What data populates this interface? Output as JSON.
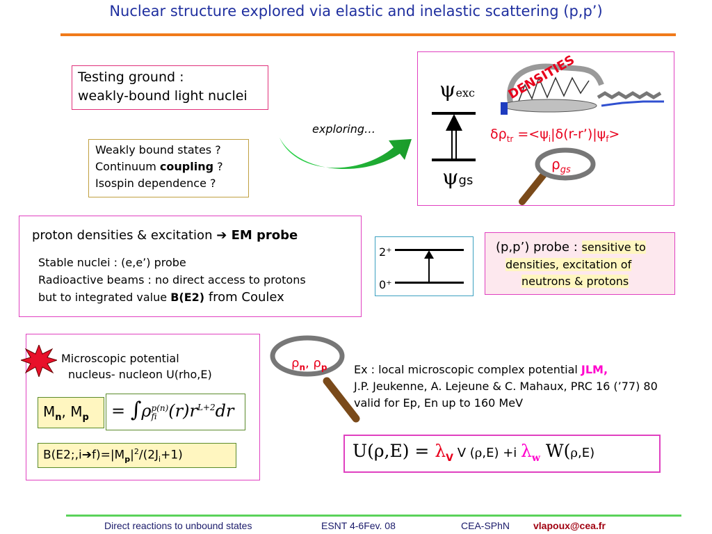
{
  "title": "Nuclear structure  explored via elastic and inelastic scattering (p,p’)",
  "testing": {
    "line1": "Testing ground :",
    "line2": "weakly-bound light nuclei"
  },
  "weakly": {
    "line1": "Weakly bound states ?",
    "line2_a": "Continuum ",
    "line2_b": "coupling",
    "line2_c": " ?",
    "line3": "Isospin dependence ?"
  },
  "exploring": "exploring…",
  "psi_exc": {
    "sym": "ψ",
    "sub": "exc"
  },
  "psi_gs": {
    "sym": "ψ",
    "sub": "gs"
  },
  "densities": "DENSITIES",
  "delta_rho": {
    "a": "δρ",
    "b": "tr",
    "c": " =<ψ",
    "d": "i",
    "e": "|δ(r-r’)|ψ",
    "f": "f",
    "g": ">"
  },
  "rho_gs": {
    "a": "ρ",
    "b": "gs"
  },
  "proton": {
    "line1": "proton densities & excitation ",
    "arrow": "➔",
    "line1_b": " EM probe",
    "line2": "Stable nuclei : (e,e’) probe",
    "line3": "Radioactive beams : no direct access to protons",
    "line4_a": " but to integrated value ",
    "line4_b": "B(E2)",
    "line4_c": " from Coulex"
  },
  "levels": {
    "upper": "2⁺",
    "lower": "0⁺"
  },
  "pp_probe": {
    "a": "(p,p’) probe : ",
    "b": "sensitive to",
    "line2": "densities, excitation of",
    "line3": "neutrons & protons"
  },
  "micro": {
    "line1": "Microscopic potential",
    "line2": "nucleus- nucleon U(rho,E)"
  },
  "mnmp": {
    "a": "M",
    "b": "n",
    "c": ", M",
    "d": "p"
  },
  "formula": {
    "eq": "=",
    "int": "∫",
    "rho": "ρ",
    "sup": "p(n)",
    "sub": "fi",
    "mid": "(r)r",
    "pow": "L+2",
    "dr": "dr"
  },
  "be2": {
    "a": "B(E2;,i",
    "arrow": "➔",
    "b": "f)=|M",
    "c": "p",
    "d": "|",
    "e": "2",
    "f": "/(2J",
    "g": "i",
    "h": "+1)"
  },
  "rho_np": {
    "a": "ρ",
    "b": "n",
    "c": ", ρ",
    "d": "p"
  },
  "ex": {
    "line1_a": "Ex : local microscopic complex potential ",
    "line1_b": "JLM,",
    "line2": "J.P. Jeukenne, A. Lejeune & C. Mahaux, PRC 16 (’77) 80",
    "line3": "  valid for Ep, En up to  160 MeV"
  },
  "potential": {
    "a": "U(ρ,E) = ",
    "lv": "λ",
    "lv_sub": "V",
    "b": " V (",
    "rho1": "ρ",
    "c": ",E) +i ",
    "lw": "λ",
    "lw_sub": "w",
    "d": " W(",
    "rho2": "ρ",
    "e": ",E)"
  },
  "footer": {
    "a": "Direct reactions to unbound states",
    "b": "ESNT 4-6Fev. 08",
    "c": "CEA-SPhN",
    "d": "vlapoux@cea.fr"
  },
  "colors": {
    "title": "#1f2f9f",
    "orange_rule": "#f07a1a",
    "box_pink": "#e040c0",
    "box_orange": "#f0a000",
    "red": "#e8001c",
    "magenta": "#ff00cc"
  }
}
